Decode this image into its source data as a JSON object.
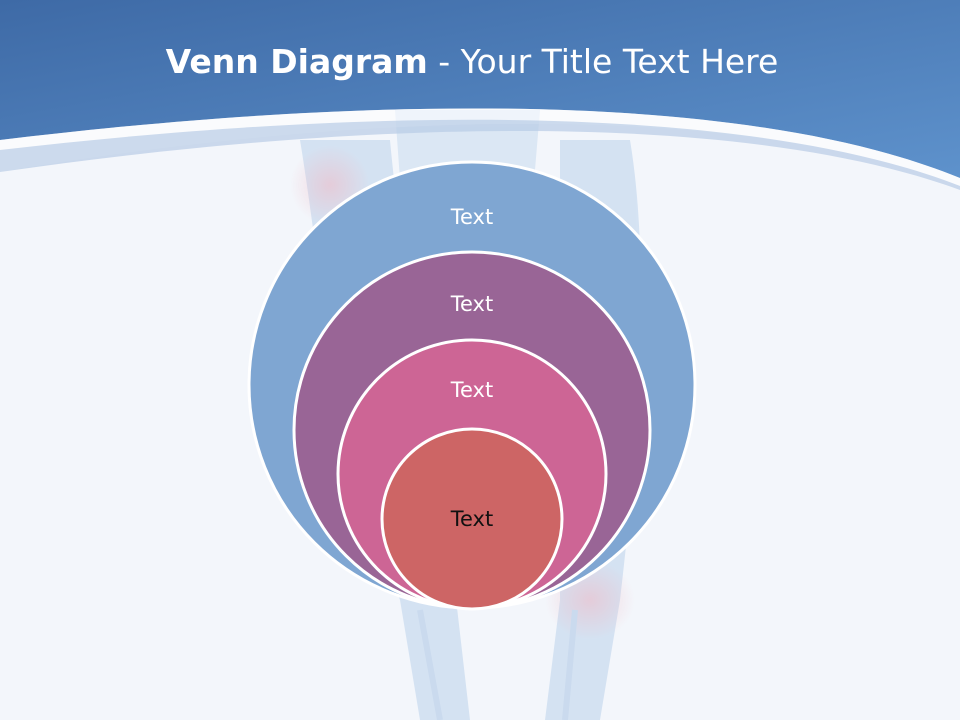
{
  "slide": {
    "title_bold": "Venn Diagram",
    "title_rest": " - Your Title Text Here"
  },
  "diagram": {
    "layers": [
      {
        "label": "Text",
        "color": "#7fa6d2"
      },
      {
        "label": "Text",
        "color": "#996596"
      },
      {
        "label": "Text",
        "color": "#cd6595"
      },
      {
        "label": "Text",
        "color": "#cd6565"
      }
    ]
  },
  "colors": {
    "header": "#4f7fbb",
    "background": "#f3f6fb"
  }
}
